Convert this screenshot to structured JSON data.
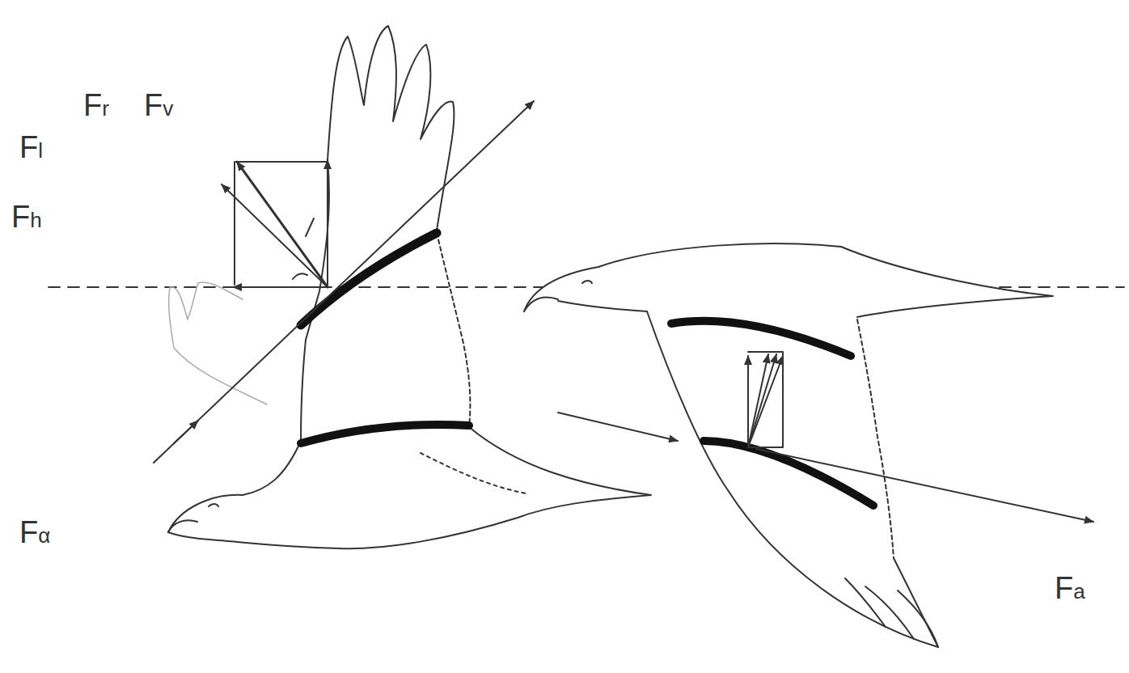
{
  "diagram": {
    "labels": [
      "Fr",
      "Fv",
      "Fl",
      "Fh",
      "Fα",
      "Fa"
    ]
  }
}
